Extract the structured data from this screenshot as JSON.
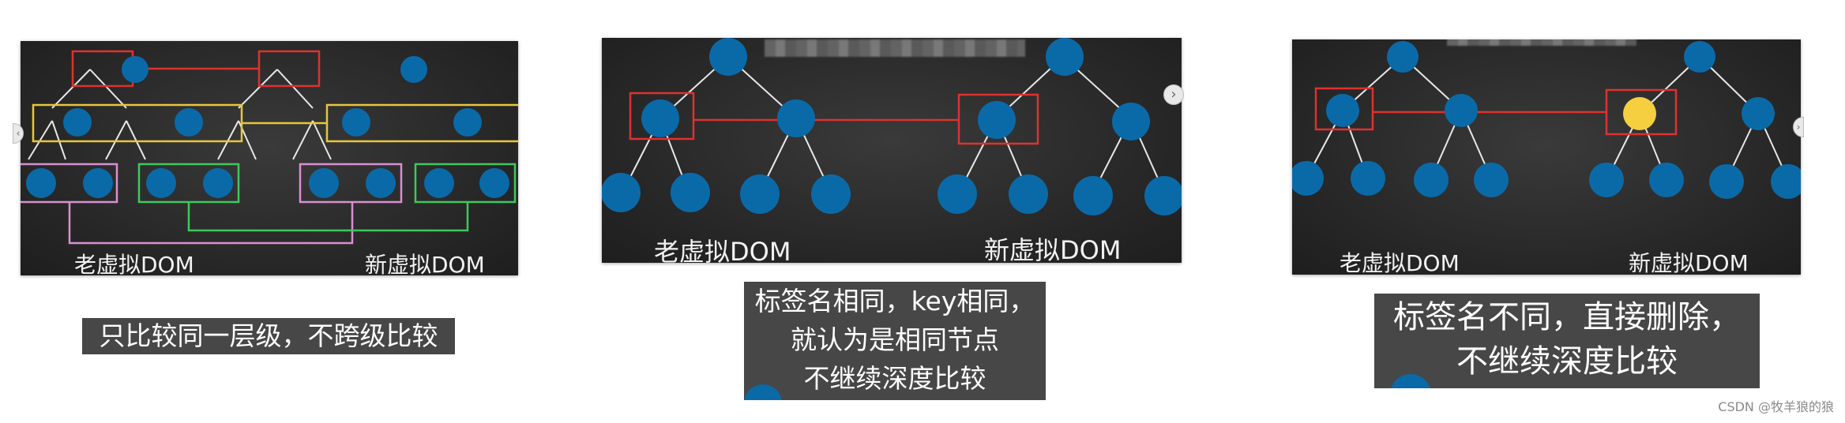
{
  "panels": [
    {
      "old_label": "老虚拟DOM",
      "new_label": "新虚拟DOM",
      "caption": [
        "只比较同一层级，不跨级比较"
      ]
    },
    {
      "old_label": "老虚拟DOM",
      "new_label": "新虚拟DOM",
      "caption": [
        "标签名相同，key相同，",
        "就认为是相同节点",
        "不继续深度比较"
      ]
    },
    {
      "old_label": "老虚拟DOM",
      "new_label": "新虚拟DOM",
      "caption": [
        "标签名不同，直接删除，",
        "不继续深度比较"
      ]
    }
  ],
  "watermark": "CSDN @牧羊狼的狼",
  "colors": {
    "node": "#0a6aa8",
    "highlight_node": "#f5cf3f",
    "red": "#e0312e",
    "yellow": "#e8c63a",
    "pink": "#d890d0",
    "green": "#3ec95a",
    "edge": "#e8e8e8"
  },
  "icons": {
    "nav": "chevron-right-icon"
  }
}
